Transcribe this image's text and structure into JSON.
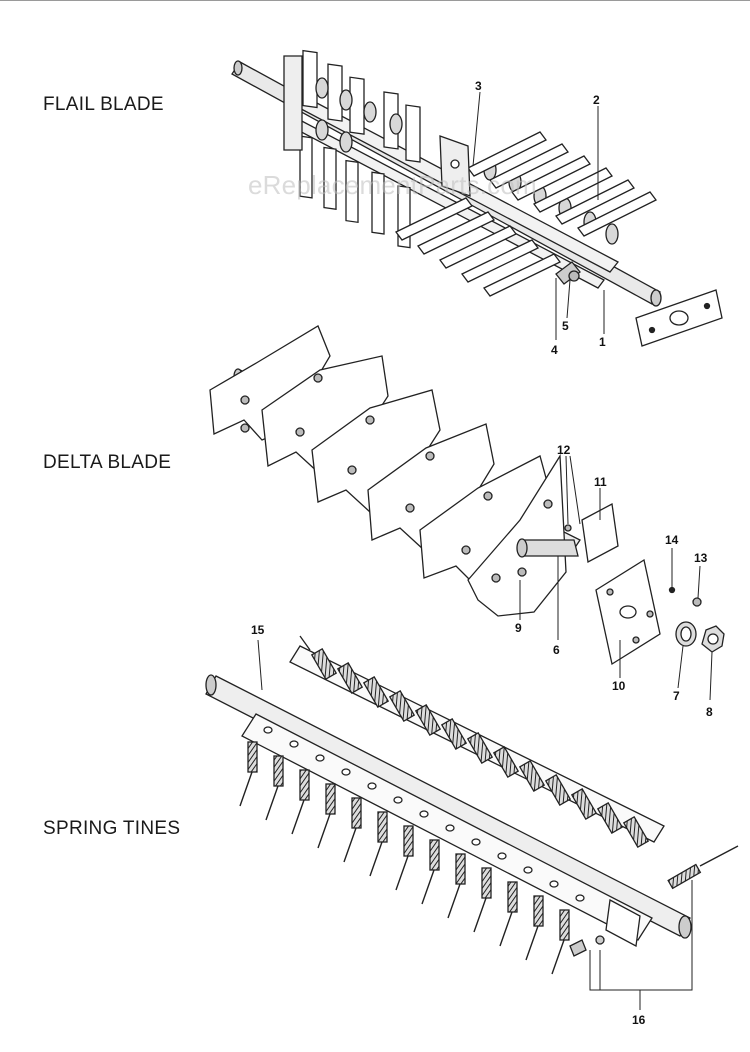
{
  "sections": {
    "flail": "FLAIL BLADE",
    "delta": "DELTA BLADE",
    "spring": "SPRING TINES"
  },
  "watermark": "eReplacementParts.com",
  "callouts": {
    "c1": "1",
    "c2": "2",
    "c3": "3",
    "c4": "4",
    "c5": "5",
    "c6": "6",
    "c7": "7",
    "c8": "8",
    "c9": "9",
    "c10": "10",
    "c11": "11",
    "c12": "12",
    "c13": "13",
    "c14": "14",
    "c15": "15",
    "c16": "16"
  }
}
